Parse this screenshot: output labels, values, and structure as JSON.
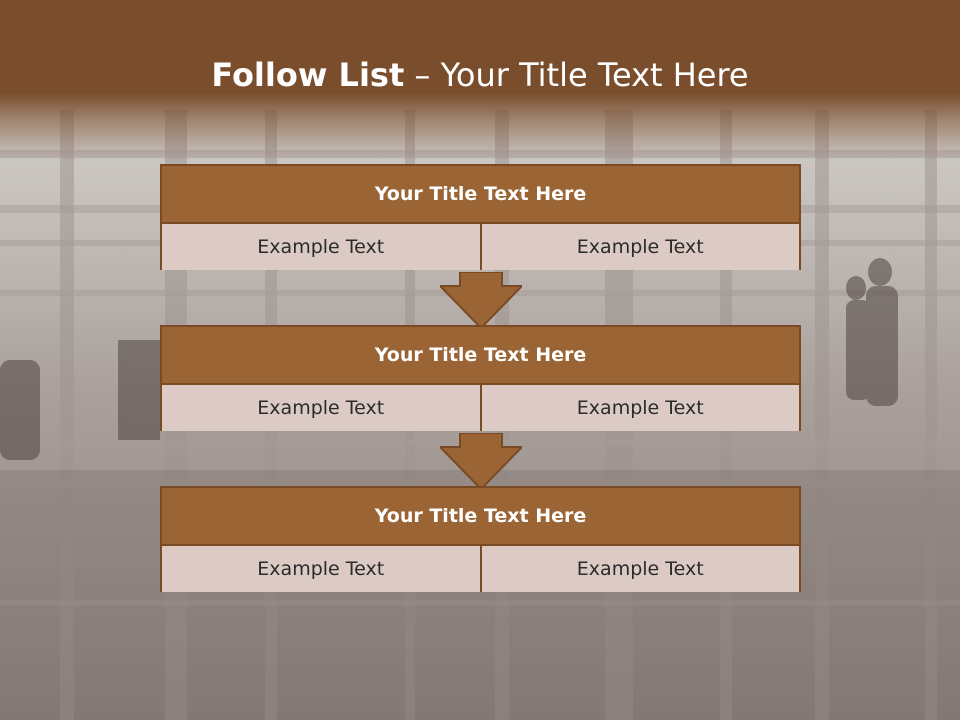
{
  "slide": {
    "title_bold": "Follow List",
    "title_rest": "– Your Title Text Here"
  },
  "blocks": [
    {
      "title": "Your Title Text Here",
      "cells": [
        "Example Text",
        "Example Text"
      ]
    },
    {
      "title": "Your Title Text Here",
      "cells": [
        "Example Text",
        "Example Text"
      ]
    },
    {
      "title": "Your Title Text Here",
      "cells": [
        "Example Text",
        "Example Text"
      ]
    }
  ],
  "colors": {
    "header_brown": "#7a4d2c",
    "block_title_bg": "#9b6435",
    "block_border": "#7a4a25",
    "cell_bg": "#dccbc4"
  },
  "icons": [
    "down-arrow-icon",
    "down-arrow-icon"
  ]
}
